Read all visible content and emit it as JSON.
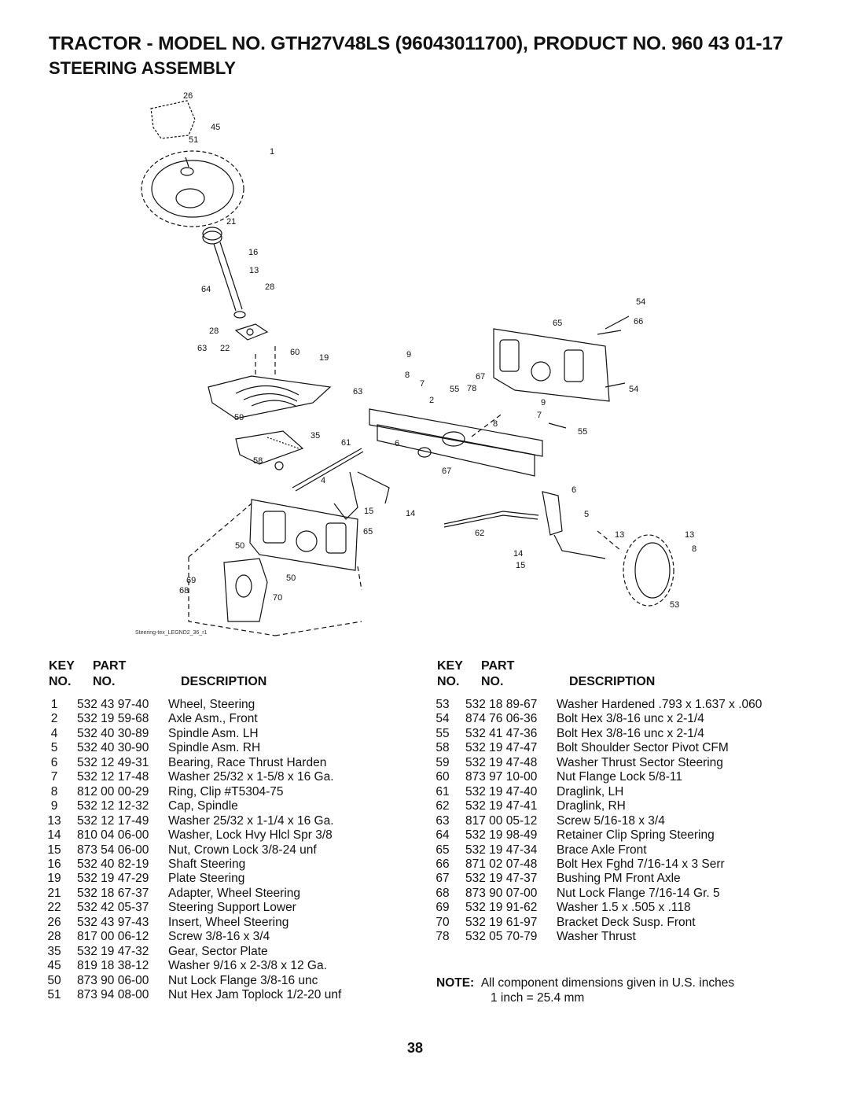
{
  "header": {
    "title": "TRACTOR - MODEL NO. GTH27V48LS (96043011700), PRODUCT NO. 960 43 01-17",
    "subtitle": "STEERING ASSEMBLY"
  },
  "diagram": {
    "caption": "Steering-tex_LEGND2_36_r1",
    "callouts": [
      "26",
      "45",
      "51",
      "1",
      "21",
      "16",
      "13",
      "28",
      "64",
      "28",
      "54",
      "65",
      "66",
      "63",
      "22",
      "60",
      "19",
      "9",
      "8",
      "67",
      "7",
      "63",
      "55",
      "78",
      "54",
      "2",
      "9",
      "59",
      "7",
      "8",
      "55",
      "35",
      "61",
      "6",
      "58",
      "67",
      "4",
      "6",
      "15",
      "14",
      "5",
      "65",
      "62",
      "13",
      "13",
      "50",
      "14",
      "8",
      "15",
      "69",
      "50",
      "68",
      "70",
      "53"
    ]
  },
  "table_headers": {
    "key": "KEY",
    "part": "PART",
    "no_key": "NO.",
    "no_part": "NO.",
    "description": "DESCRIPTION"
  },
  "parts_left": [
    {
      "key": "1",
      "part": "532 43 97-40",
      "desc": "Wheel, Steering"
    },
    {
      "key": "2",
      "part": "532 19 59-68",
      "desc": "Axle Asm., Front"
    },
    {
      "key": "4",
      "part": "532 40 30-89",
      "desc": "Spindle Asm. LH"
    },
    {
      "key": "5",
      "part": "532 40 30-90",
      "desc": "Spindle Asm. RH"
    },
    {
      "key": "6",
      "part": "532 12 49-31",
      "desc": "Bearing, Race Thrust Harden"
    },
    {
      "key": "7",
      "part": "532 12 17-48",
      "desc": "Washer 25/32 x 1-5/8 x 16 Ga."
    },
    {
      "key": "8",
      "part": "812 00 00-29",
      "desc": "Ring, Clip #T5304-75"
    },
    {
      "key": "9",
      "part": "532 12 12-32",
      "desc": "Cap, Spindle"
    },
    {
      "key": "13",
      "part": "532 12 17-49",
      "desc": "Washer 25/32 x 1-1/4 x 16 Ga."
    },
    {
      "key": "14",
      "part": "810 04 06-00",
      "desc": "Washer, Lock Hvy Hlcl Spr 3/8"
    },
    {
      "key": "15",
      "part": "873 54 06-00",
      "desc": "Nut, Crown Lock 3/8-24 unf"
    },
    {
      "key": "16",
      "part": "532 40 82-19",
      "desc": "Shaft  Steering"
    },
    {
      "key": "19",
      "part": "532 19 47-29",
      "desc": "Plate Steering"
    },
    {
      "key": "21",
      "part": "532 18 67-37",
      "desc": "Adapter, Wheel Steering"
    },
    {
      "key": "22",
      "part": "532 42 05-37",
      "desc": "Steering Support Lower"
    },
    {
      "key": "26",
      "part": "532 43 97-43",
      "desc": "Insert, Wheel Steering"
    },
    {
      "key": "28",
      "part": "817 00 06-12",
      "desc": "Screw 3/8-16 x 3/4"
    },
    {
      "key": "35",
      "part": "532 19 47-32",
      "desc": "Gear, Sector Plate"
    },
    {
      "key": "45",
      "part": "819 18 38-12",
      "desc": "Washer 9/16 x 2-3/8 x 12 Ga."
    },
    {
      "key": "50",
      "part": "873 90 06-00",
      "desc": "Nut Lock Flange 3/8-16 unc"
    },
    {
      "key": "51",
      "part": "873 94 08-00",
      "desc": "Nut Hex Jam Toplock 1/2-20 unf"
    }
  ],
  "parts_right": [
    {
      "key": "53",
      "part": "532 18 89-67",
      "desc": "Washer Hardened .793 x 1.637 x .060"
    },
    {
      "key": "54",
      "part": "874 76 06-36",
      "desc": "Bolt Hex 3/8-16 unc x 2-1/4"
    },
    {
      "key": "55",
      "part": "532 41 47-36",
      "desc": "Bolt Hex 3/8-16 unc x 2-1/4"
    },
    {
      "key": "58",
      "part": "532 19 47-47",
      "desc": "Bolt Shoulder Sector Pivot CFM"
    },
    {
      "key": "59",
      "part": "532 19 47-48",
      "desc": "Washer Thrust Sector Steering"
    },
    {
      "key": "60",
      "part": "873 97 10-00",
      "desc": "Nut Flange Lock 5/8-11"
    },
    {
      "key": "61",
      "part": "532 19 47-40",
      "desc": "Draglink, LH"
    },
    {
      "key": "62",
      "part": "532 19 47-41",
      "desc": "Draglink, RH"
    },
    {
      "key": "63",
      "part": "817 00 05-12",
      "desc": "Screw 5/16-18 x 3/4"
    },
    {
      "key": "64",
      "part": "532 19 98-49",
      "desc": "Retainer Clip Spring Steering"
    },
    {
      "key": "65",
      "part": "532 19 47-34",
      "desc": "Brace Axle Front"
    },
    {
      "key": "66",
      "part": "871 02 07-48",
      "desc": "Bolt Hex Fghd 7/16-14 x 3 Serr"
    },
    {
      "key": "67",
      "part": "532 19 47-37",
      "desc": "Bushing PM Front Axle"
    },
    {
      "key": "68",
      "part": "873 90 07-00",
      "desc": "Nut Lock Flange 7/16-14 Gr. 5"
    },
    {
      "key": "69",
      "part": "532 19 91-62",
      "desc": "Washer 1.5 x .505 x .118"
    },
    {
      "key": "70",
      "part": "532 19 61-97",
      "desc": "Bracket Deck Susp. Front"
    },
    {
      "key": "78",
      "part": "532 05 70-79",
      "desc": "Washer Thrust"
    }
  ],
  "note": {
    "label": "NOTE:",
    "text": "All component dimensions given in U.S. inches",
    "line2": "1 inch = 25.4 mm"
  },
  "page_number": "38"
}
